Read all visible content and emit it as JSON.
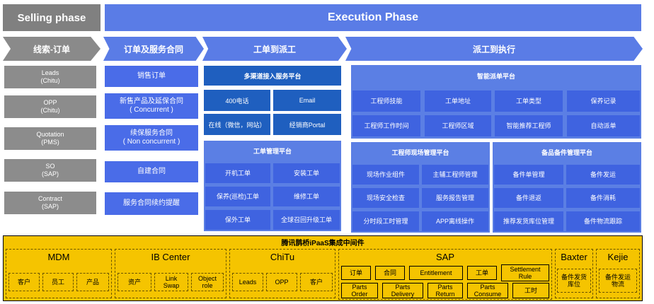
{
  "phases": {
    "selling": "Selling phase",
    "execution": "Execution Phase"
  },
  "stages": [
    "线索-订单",
    "订单及服务合同",
    "工单到派工",
    "派工到执行"
  ],
  "selling_items": [
    {
      "line1": "Leads",
      "line2": "(Chitu)"
    },
    {
      "line1": "OPP",
      "line2": "(Chitu)"
    },
    {
      "line1": "Quotation",
      "line2": "(PMS)"
    },
    {
      "line1": "SO",
      "line2": "(SAP)"
    },
    {
      "line1": "Contract",
      "line2": "(SAP)"
    }
  ],
  "order_items": [
    {
      "line1": "销售订单",
      "line2": ""
    },
    {
      "line1": "新售产品及延保合同",
      "line2": "( Concurrent )"
    },
    {
      "line1": "续保服务合同",
      "line2": "( Non concurrent )"
    },
    {
      "line1": "自建合同",
      "line2": ""
    },
    {
      "line1": "服务合同续约提醒",
      "line2": ""
    }
  ],
  "dispatch": {
    "channel_title": "多渠道接入服务平台",
    "channels": [
      "400电话",
      "Email",
      "在线（微信，网站）",
      "经销商Portal"
    ],
    "workorder_title": "工单管理平台",
    "workorders": [
      "开机工单",
      "安装工单",
      "保养(巡检)工单",
      "维修工单",
      "保外工单",
      "全球召回升级工单"
    ]
  },
  "execution": {
    "smart_title": "智能派单平台",
    "smart_items": [
      "工程师技能",
      "工单地址",
      "工单类型",
      "保养记录",
      "工程师工作时间",
      "工程师区域",
      "智能推荐工程师",
      "自动派单"
    ],
    "field_title": "工程师现场管理平台",
    "field_items": [
      "现场作业组件",
      "主辅工程师管理",
      "现场安全检查",
      "服务报告管理",
      "分时段工时管理",
      "APP离线操作"
    ],
    "parts_title": "备品备件管理平台",
    "parts_items": [
      "备件单管理",
      "备件发运",
      "备件退返",
      "备件消耗",
      "推荐发货库位管理",
      "备件物流跟踪"
    ]
  },
  "middleware": {
    "title": "腾讯鹊桥iPaaS集成中间件",
    "mdm": {
      "name": "MDM",
      "items": [
        "客户",
        "员工",
        "产品"
      ]
    },
    "ib": {
      "name": "IB Center",
      "items": [
        "资产",
        "Link Swap",
        "Object role"
      ]
    },
    "chitu": {
      "name": "ChiTu",
      "items": [
        "Leads",
        "OPP",
        "客户"
      ]
    },
    "sap": {
      "name": "SAP",
      "row1": [
        "订单",
        "合同",
        "Entitlement",
        "工单",
        "Settlement Rule"
      ],
      "row2": [
        "Parts Order",
        "Parts Delivery",
        "Parts Return",
        "Parts Consume",
        "工时"
      ]
    },
    "baxter": {
      "name": "Baxter",
      "items": [
        "备件发货库位"
      ]
    },
    "kejie": {
      "name": "Kejie",
      "items": [
        "备件发运物流"
      ]
    }
  }
}
